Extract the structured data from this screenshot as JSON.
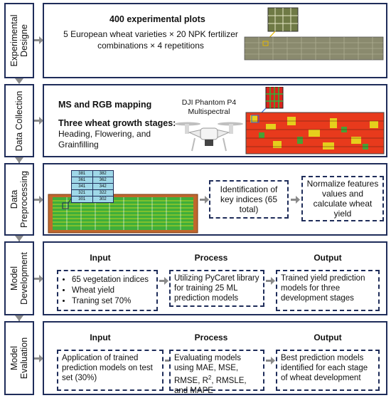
{
  "stages": [
    {
      "lines": [
        "Experimental",
        "Designe"
      ]
    },
    {
      "lines": [
        "Data Collection"
      ]
    },
    {
      "lines": [
        "Data",
        "Preprocessing"
      ]
    },
    {
      "lines": [
        "Model",
        "Development"
      ]
    },
    {
      "lines": [
        "Model",
        "Evaluation"
      ]
    }
  ],
  "design": {
    "title": "400 experimental plots",
    "desc": "5 European wheat varieties × 20 NPK fertilizer combinations × 4 repetitions"
  },
  "collection": {
    "title": "MS and RGB mapping",
    "stages_title": "Three wheat growth stages:",
    "stages_desc": "Heading, Flowering, and Grainfilling",
    "drone_label_1": "DJI Phantom P4",
    "drone_label_2": "Multispectral"
  },
  "preprocessing": {
    "plot_ids": [
      [
        "381",
        "382"
      ],
      [
        "361",
        "362"
      ],
      [
        "341",
        "342"
      ],
      [
        "321",
        "322"
      ],
      [
        "301",
        "302"
      ]
    ],
    "step1": "Identification of key indices (65 total)",
    "step2": "Normalize features values and calculate wheat yield"
  },
  "development": {
    "input_header": "Input",
    "process_header": "Process",
    "output_header": "Output",
    "input_items": [
      "65 vegetation indices",
      "Wheat yield",
      "Traning set 70%"
    ],
    "process": "Utilizing PyCaret library for training 25 ML prediction models",
    "output": "Trained yield prediction models for three development stages"
  },
  "evaluation": {
    "input_header": "Input",
    "process_header": "Process",
    "output_header": "Output",
    "input": "Application of trained prediction models on test set (30%)",
    "process_pre": "Evaluating models using MAE, MSE, RMSE, R",
    "process_sup": "2",
    "process_post": ", RMSLE, and MAPE",
    "output": "Best prediction models identified for each stage of wheat development"
  },
  "colors": {
    "border": "#1f2d5a",
    "arrow": "#8a8a8a",
    "heat_red": "#d9241c",
    "heat_yellow": "#e6e01c",
    "heat_green": "#2db43a",
    "plot_brown": "#c0672d"
  }
}
